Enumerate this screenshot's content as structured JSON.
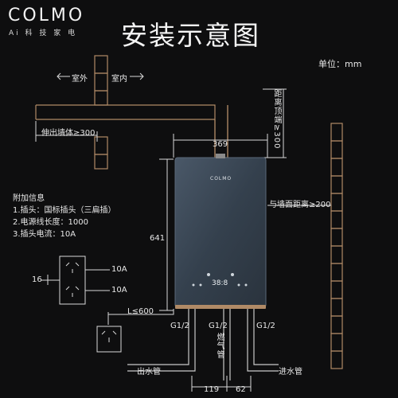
{
  "brand": {
    "name": "COLMO",
    "sub": "Ai 科 技 家 电"
  },
  "title": "安装示意图",
  "unit": "单位：mm",
  "labels": {
    "outdoor": "室外",
    "indoor": "室内",
    "extend_wall": "伸出墙体≥300",
    "top_distance": "距离顶端≥300",
    "wall_distance": "与墙面距离≥200",
    "width": "369",
    "height": "641",
    "cord_length": "L≤600",
    "socket_dim": "16",
    "current_1": "10A",
    "current_2": "10A",
    "g_left": "G1/2",
    "g_mid": "G1/2",
    "g_right": "G1/2",
    "gas_pipe": "燃气管",
    "outlet_pipe": "出水管",
    "inlet_pipe": "进水管",
    "dim_119": "119",
    "dim_62": "62",
    "device_logo": "COLMO",
    "display": "38:8"
  },
  "info": {
    "heading": "附加信息",
    "lines": [
      "1.插头：国标插头（三扁插）",
      "2.电源线长度：1000",
      "3.插头电流：10A"
    ]
  },
  "colors": {
    "background": "#0e0e0f",
    "accent": "#b08a66",
    "line": "#d8d8d8",
    "heater": "#3a4756"
  }
}
